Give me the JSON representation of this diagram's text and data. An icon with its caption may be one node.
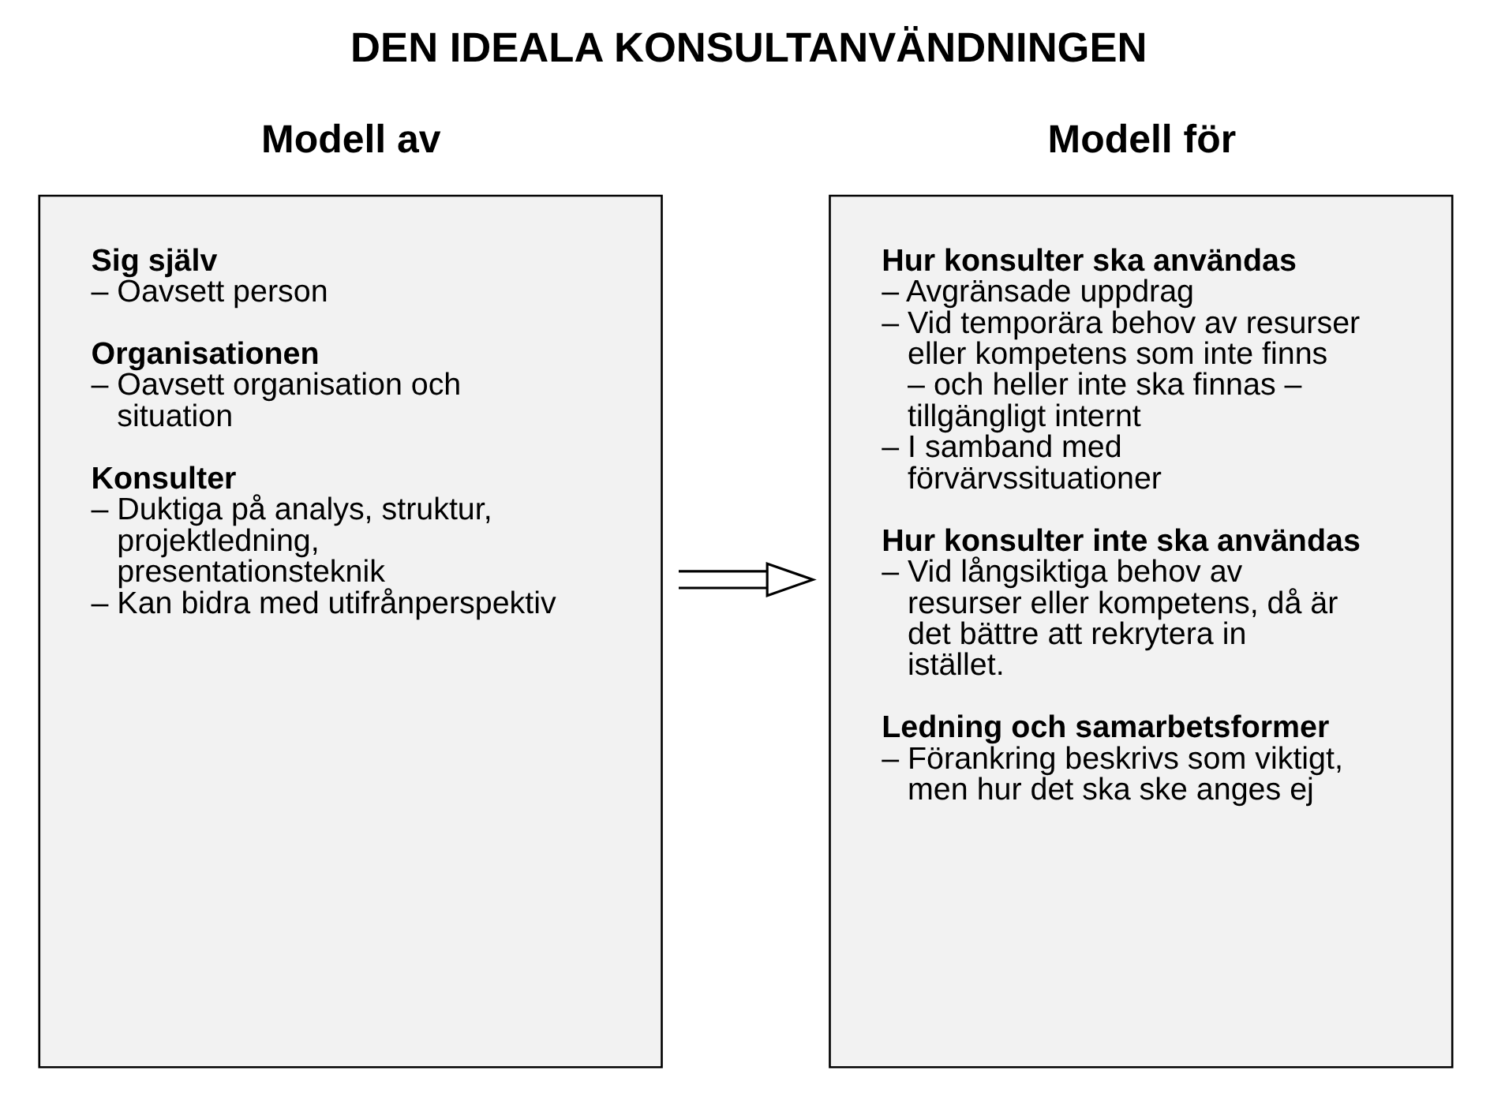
{
  "diagram": {
    "title": "DEN IDEALA KONSULTANVÄNDNINGEN",
    "nodes": [
      {
        "text": [
          "Modell av",
          "Sig själv",
          "– Oavsett person",
          "Organisationen",
          "– Oavsett organisation och situation",
          "Konsulter",
          "– Duktiga på analys, struktur, projektledning, presentationsteknik",
          "– Kan bidra med utifrånperspektiv"
        ]
      },
      {
        "text": [
          "Modell för",
          "Hur konsulter ska användas",
          "– Avgränsade uppdrag",
          "– Vid temporära behov av resurser eller kompetens som inte finns – och heller inte ska finnas – tillgängligt internt",
          "– I samband med förvärvssituationer",
          "Hur konsulter inte ska användas",
          "– Vid långsiktiga behov av resurser eller kompetens, då är det bättre att rekrytera in istället.",
          "Ledning och samarbetsformer",
          "– Förankring beskrivs som viktigt, men hur det ska ske anges ej"
        ]
      }
    ],
    "edges": [
      {
        "from": 0,
        "to": 1,
        "arrow": "to"
      }
    ]
  }
}
